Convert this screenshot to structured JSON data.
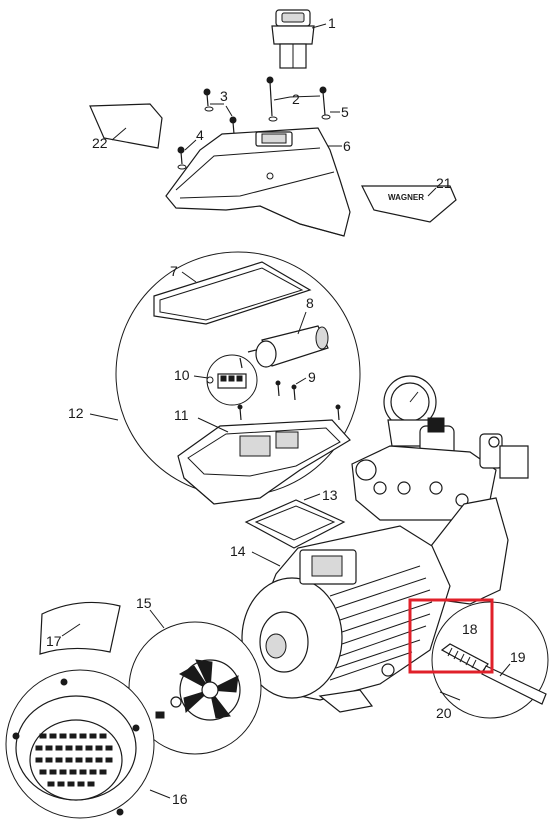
{
  "callouts": {
    "c1": "1",
    "c2": "2",
    "c3": "3",
    "c4": "4",
    "c5": "5",
    "c6": "6",
    "c7": "7",
    "c8": "8",
    "c9": "9",
    "c10": "10",
    "c11": "11",
    "c12": "12",
    "c13": "13",
    "c14": "14",
    "c15": "15",
    "c16": "16",
    "c17": "17",
    "c18": "18",
    "c19": "19",
    "c20": "20",
    "c21": "21",
    "c22": "22"
  },
  "brand_label": "WAGNER",
  "highlight": {
    "part": "18",
    "color": "#e0202a"
  }
}
